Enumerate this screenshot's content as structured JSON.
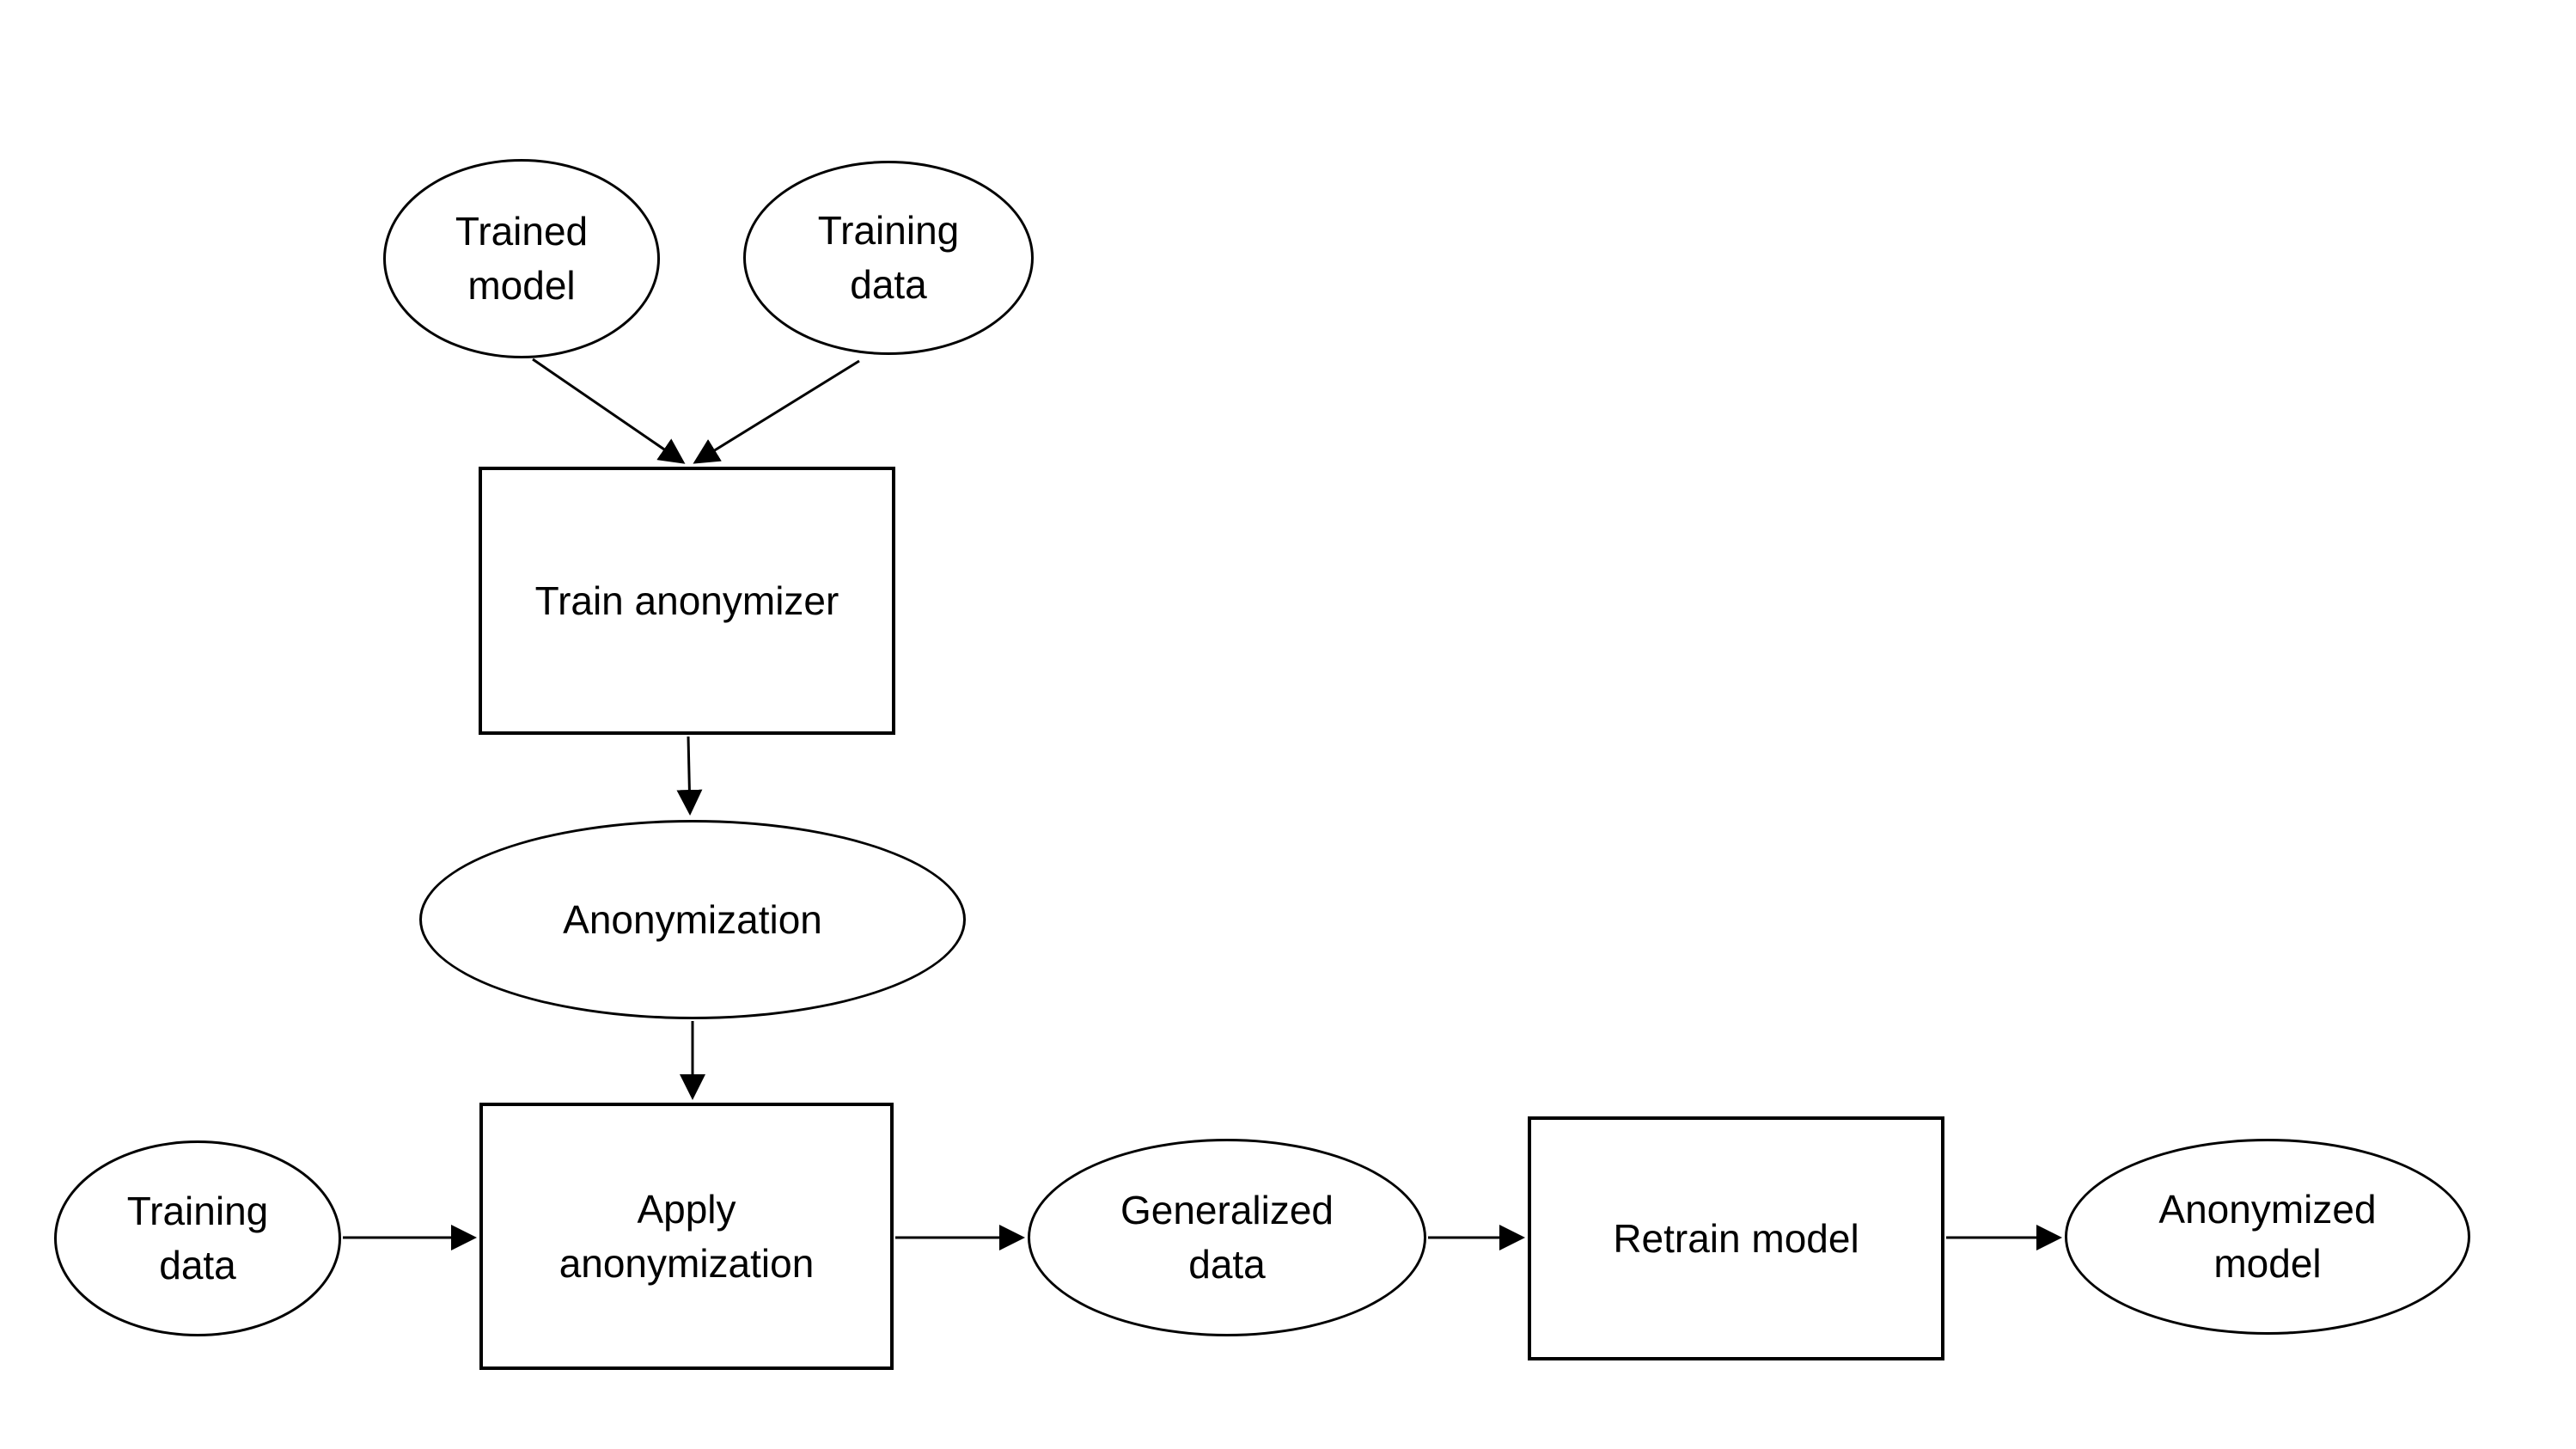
{
  "diagram": {
    "background_color": "#ffffff",
    "stroke_color": "#000000",
    "text_color": "#000000",
    "nodes": [
      {
        "id": "trained-model",
        "shape": "ellipse",
        "lines": [
          "Trained",
          "model"
        ]
      },
      {
        "id": "training-data-top",
        "shape": "ellipse",
        "lines": [
          "Training",
          "data"
        ]
      },
      {
        "id": "train-anonymizer",
        "shape": "rect",
        "lines": [
          "Train anonymizer"
        ]
      },
      {
        "id": "anonymization",
        "shape": "ellipse",
        "lines": [
          "Anonymization"
        ]
      },
      {
        "id": "apply-anonymization",
        "shape": "rect",
        "lines": [
          "Apply",
          "anonymization"
        ]
      },
      {
        "id": "training-data-bottom",
        "shape": "ellipse",
        "lines": [
          "Training",
          "data"
        ]
      },
      {
        "id": "generalized-data",
        "shape": "ellipse",
        "lines": [
          "Generalized",
          "data"
        ]
      },
      {
        "id": "retrain-model",
        "shape": "rect",
        "lines": [
          "Retrain model"
        ]
      },
      {
        "id": "anonymized-model",
        "shape": "ellipse",
        "lines": [
          "Anonymized",
          "model"
        ]
      }
    ],
    "edges": [
      {
        "from": "trained-model",
        "to": "train-anonymizer"
      },
      {
        "from": "training-data-top",
        "to": "train-anonymizer"
      },
      {
        "from": "train-anonymizer",
        "to": "anonymization"
      },
      {
        "from": "anonymization",
        "to": "apply-anonymization"
      },
      {
        "from": "training-data-bottom",
        "to": "apply-anonymization"
      },
      {
        "from": "apply-anonymization",
        "to": "generalized-data"
      },
      {
        "from": "generalized-data",
        "to": "retrain-model"
      },
      {
        "from": "retrain-model",
        "to": "anonymized-model"
      }
    ]
  }
}
